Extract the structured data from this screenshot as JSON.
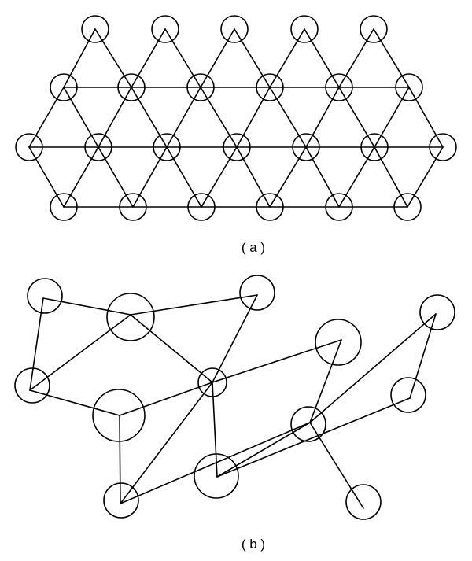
{
  "panels": [
    {
      "id": "a",
      "caption": "( a )",
      "nodes": [
        {
          "id": "a1"
        },
        {
          "id": "a2"
        },
        {
          "id": "a3"
        },
        {
          "id": "a4"
        },
        {
          "id": "a5"
        },
        {
          "id": "a6"
        },
        {
          "id": "a7"
        },
        {
          "id": "a8"
        },
        {
          "id": "a9"
        },
        {
          "id": "a10"
        },
        {
          "id": "a11"
        },
        {
          "id": "a12"
        },
        {
          "id": "a13"
        },
        {
          "id": "a14"
        },
        {
          "id": "a15"
        },
        {
          "id": "a16"
        },
        {
          "id": "a17"
        },
        {
          "id": "a18"
        },
        {
          "id": "a19"
        },
        {
          "id": "a20"
        },
        {
          "id": "a21"
        },
        {
          "id": "a22"
        },
        {
          "id": "a23"
        },
        {
          "id": "a24"
        }
      ],
      "edges": [
        [
          "a6",
          "a11"
        ],
        [
          "a12",
          "a18"
        ],
        [
          "a19",
          "a24"
        ],
        [
          "a1",
          "a6"
        ],
        [
          "a1",
          "a7"
        ],
        [
          "a2",
          "a7"
        ],
        [
          "a2",
          "a8"
        ],
        [
          "a3",
          "a8"
        ],
        [
          "a3",
          "a9"
        ],
        [
          "a4",
          "a9"
        ],
        [
          "a4",
          "a10"
        ],
        [
          "a5",
          "a10"
        ],
        [
          "a5",
          "a11"
        ],
        [
          "a6",
          "a12"
        ],
        [
          "a6",
          "a13"
        ],
        [
          "a7",
          "a13"
        ],
        [
          "a7",
          "a14"
        ],
        [
          "a8",
          "a14"
        ],
        [
          "a8",
          "a15"
        ],
        [
          "a9",
          "a15"
        ],
        [
          "a9",
          "a16"
        ],
        [
          "a10",
          "a16"
        ],
        [
          "a10",
          "a17"
        ],
        [
          "a11",
          "a17"
        ],
        [
          "a11",
          "a18"
        ],
        [
          "a12",
          "a19"
        ],
        [
          "a13",
          "a19"
        ],
        [
          "a13",
          "a20"
        ],
        [
          "a14",
          "a20"
        ],
        [
          "a14",
          "a21"
        ],
        [
          "a15",
          "a21"
        ],
        [
          "a15",
          "a22"
        ],
        [
          "a16",
          "a22"
        ],
        [
          "a16",
          "a23"
        ],
        [
          "a17",
          "a23"
        ],
        [
          "a17",
          "a24"
        ],
        [
          "a18",
          "a24"
        ]
      ]
    },
    {
      "id": "b",
      "caption": "( b )",
      "nodes": [
        {
          "id": "b1"
        },
        {
          "id": "b2"
        },
        {
          "id": "b3"
        },
        {
          "id": "b4"
        },
        {
          "id": "b5"
        },
        {
          "id": "b6"
        },
        {
          "id": "b7"
        },
        {
          "id": "b8"
        },
        {
          "id": "b9"
        },
        {
          "id": "b10"
        },
        {
          "id": "b11"
        },
        {
          "id": "b12"
        },
        {
          "id": "b13"
        },
        {
          "id": "b14"
        }
      ],
      "edges": [
        [
          "b1",
          "b2"
        ],
        [
          "b1",
          "b4"
        ],
        [
          "b4",
          "b2"
        ],
        [
          "b2",
          "b6"
        ],
        [
          "b2",
          "b3"
        ],
        [
          "b3",
          "b6"
        ],
        [
          "b4",
          "b5"
        ],
        [
          "b5",
          "b6"
        ],
        [
          "b5",
          "b7"
        ],
        [
          "b6",
          "b7"
        ],
        [
          "b6",
          "b8"
        ],
        [
          "b6",
          "b9"
        ],
        [
          "b7",
          "b12"
        ],
        [
          "b12",
          "b9"
        ],
        [
          "b12",
          "b11"
        ],
        [
          "b11",
          "b10"
        ],
        [
          "b10",
          "b8"
        ],
        [
          "b8",
          "b12"
        ],
        [
          "b12",
          "b13"
        ]
      ]
    }
  ]
}
